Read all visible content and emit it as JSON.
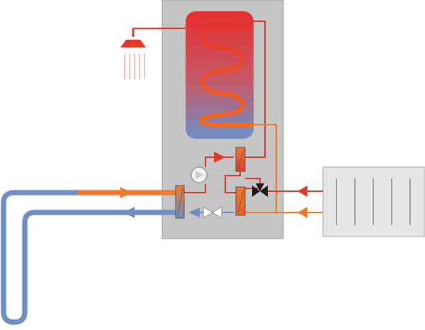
{
  "diagram": {
    "kind": "heat-pump-hydraulic-schematic",
    "text_labels": [],
    "components": [
      {
        "id": "heat-pump-cabinet",
        "icon": "cabinet"
      },
      {
        "id": "hot-water-tank",
        "icon": "storage-tank"
      },
      {
        "id": "tank-heating-coil",
        "icon": "coil"
      },
      {
        "id": "shower-head",
        "icon": "shower"
      },
      {
        "id": "circulation-pump",
        "icon": "pump"
      },
      {
        "id": "condenser-heat-exchanger",
        "icon": "heat-exchanger"
      },
      {
        "id": "evaporator-heat-exchanger",
        "icon": "heat-exchanger"
      },
      {
        "id": "plate-heat-exchanger",
        "icon": "heat-exchanger"
      },
      {
        "id": "expansion-valve",
        "icon": "valve"
      },
      {
        "id": "three-way-valve",
        "icon": "valve"
      },
      {
        "id": "radiator",
        "icon": "radiator"
      },
      {
        "id": "ground-borehole-loop",
        "icon": "ground-loop"
      }
    ],
    "colors": {
      "hot": "#e03a2a",
      "warm": "#f07a30",
      "cold": "#6e8fc6",
      "cabinet": "#c5c5c5",
      "radiator": "#e6e6e6",
      "pump": "#f2f2f2",
      "valve_dark": "#1a1a1a"
    }
  }
}
